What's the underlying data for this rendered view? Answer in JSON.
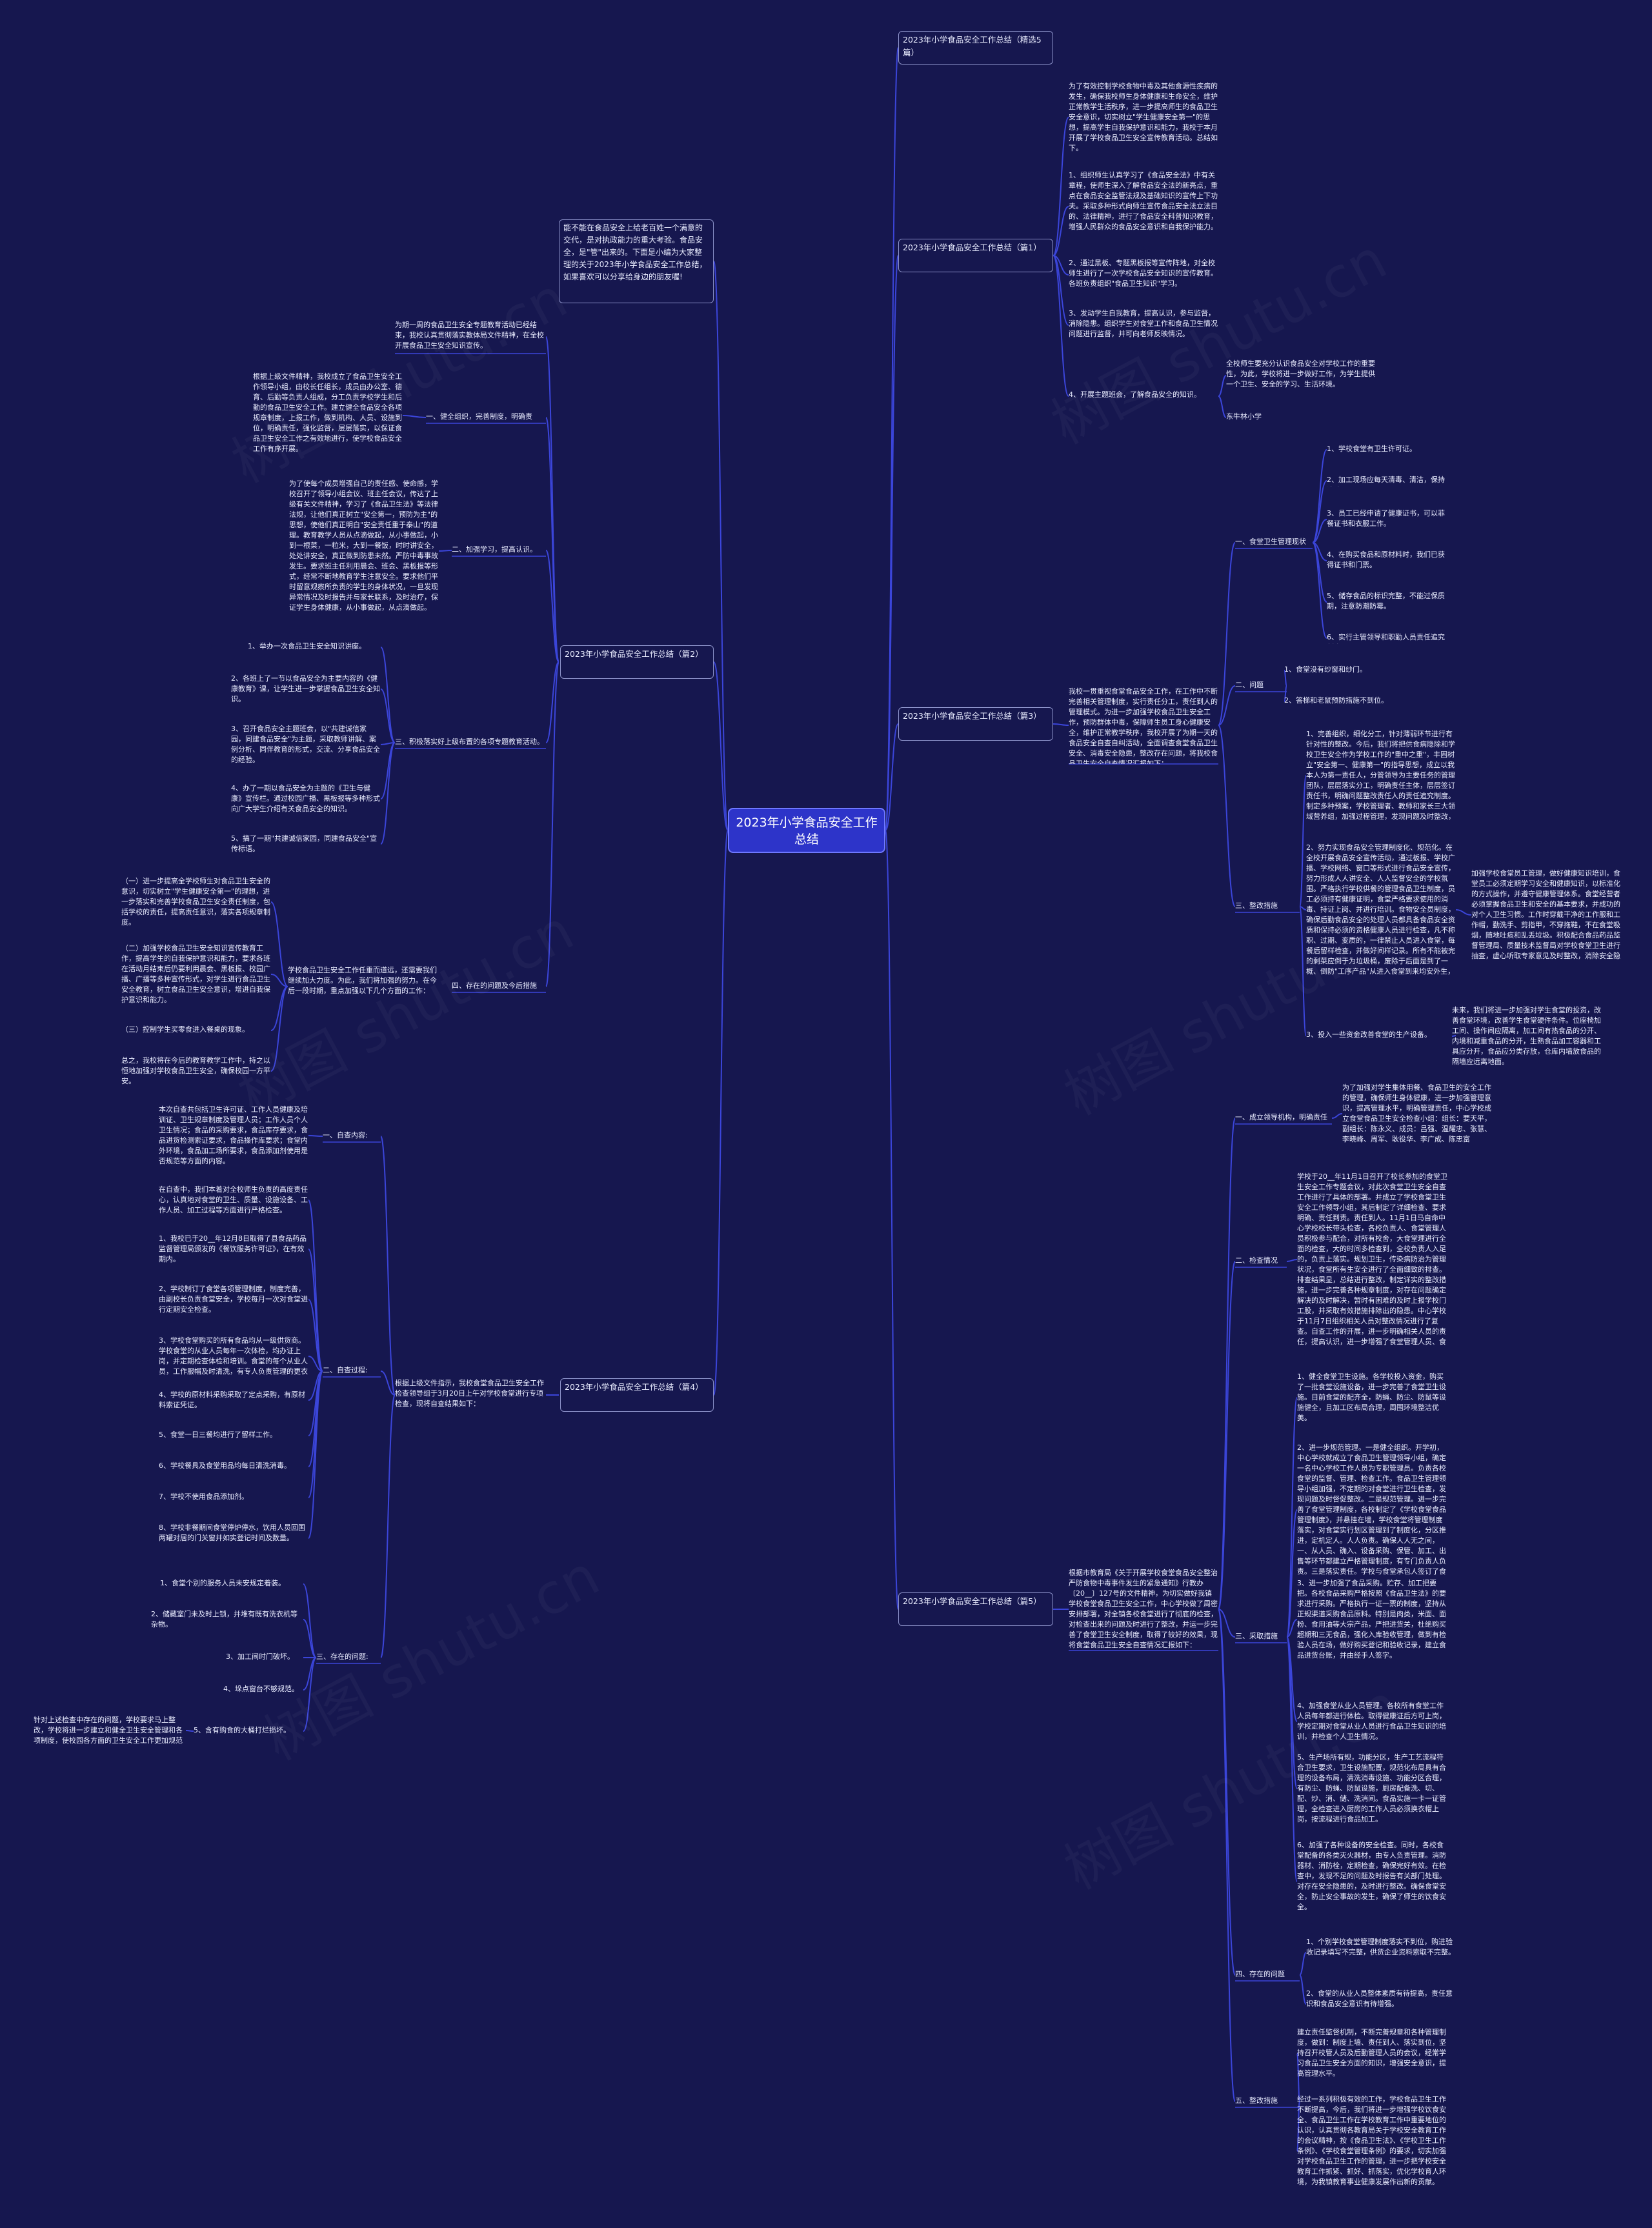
{
  "root": {
    "label": "2023年小学食品安全工作总结"
  },
  "intro": {
    "text": "能不能在食品安全上给老百姓一个满意的交代，是对执政能力的重大考验。食品安全，是\"管\"出来的。下面是小编为大家整理的关于2023年小学食品安全工作总结，如果喜欢可以分享给身边的朋友喔!"
  },
  "right": {
    "b0": {
      "label": "2023年小学食品安全工作总结（精选5篇）"
    },
    "b1": {
      "label": "2023年小学食品安全工作总结（篇1）",
      "items": [
        "为了有效控制学校食物中毒及其他食源性疾病的发生，确保我校师生身体健康和生命安全，维护正常教学生活秩序，进一步提高师生的食品卫生安全意识，切实树立\"学生健康安全第一\"的思想，提高学生自我保护意识和能力，我校于本月开展了学校食品卫生安全宣传教育活动。总结如下。",
        "1、组织师生认真学习了《食品安全法》中有关章程，使师生深入了解食品安全法的新亮点，重点在食品安全监管法规及基础知识的宣传上下功夫。采取多种形式向师生宣传食品安全法立法目的、法律精神，进行了食品安全科普知识教育，增强人民群众的食品安全意识和自我保护能力。",
        "2、通过黑板、专题黑板报等宣传阵地，对全校师生进行了一次学校食品安全知识的宣传教育。各班负责组织\"食品卫生知识\"学习。",
        "3、发动学生自我教育，提高认识，参与监督，消除隐患。组织学生对食堂工作和食品卫生情况问题进行监督，并可向老师反映情况。",
        "4、开展主题班会，了解食品安全的知识。"
      ],
      "sub": [
        "全校师生要充分认识食品安全对学校工作的重要性，为此，学校将进一步做好工作，为学生提供一个卫生、安全的学习、生活环境。",
        "东牛林小学"
      ]
    },
    "b3": {
      "label": "2023年小学食品安全工作总结（篇3）",
      "intro": "我校一贯重视食堂食品安全工作，在工作中不断完善相关管理制度，实行责任分工，责任到人的管理模式。为进一步加强学校食品卫生安全工作，预防群体中毒，保障师生员工身心健康安全，维护正常教学秩序，我校开展了为期一天的食品安全自查自纠活动，全面调查食堂食品卫生安全、消毒安全隐患，整改存在问题，将我校食品卫生安全自查情况汇报如下：",
      "h1": "一、食堂卫生管理现状",
      "h1items": [
        "1、学校食堂有卫生许可证。",
        "2、加工现场应每天清毒、清洁，保持清洁。",
        "3、员工已经申请了健康证书，可以菲餐证书和衣服工作。",
        "4、在购买食品和原材料时，我们已获得证书和门票。",
        "5、储存食品的标识完整，不能过保质期，注意防潮防霉。",
        "6、实行主管领导和职勤人员责任追究制度。"
      ],
      "h2": "二、问题",
      "h2items": [
        "1、食堂没有纱窗和纱门。",
        "2、答梯和老鼠预防措施不到位。"
      ],
      "h3": "三、整改措施",
      "h3items": [
        "1、完善组织，细化分工，针对薄弱环节进行有针对性的整改。今后，我们将把供食病隐除和学校卫生安全作为学校工作的\"重中之重\"，丰固树立\"安全第一、健康第一\"的指导思想，成立以我本人为第一责任人，分管领导为主要任务的管理团队，层层落实分工，明确责任主体，层层签订责任书，明确问题整改责任人的责任追究制度。制定多种预案，学校管理者、教师和家长三大领域营养组，加强过程管理，发现问题及时整改，努力将食品安全事故降至零。",
        "2、努力实现食品安全管理制度化、规范化。在全校开展食品安全宣传活动，通过板报、学校广播、学校网络、窗口等形式进行食品安全宣传，努力形成人人讲安全、人人监督安全的学校氛围。严格执行学校供餐的管理食品卫生制度，员工必须持有健康证明，食堂严格要求使用的消毒、持证上岗、并进行培训。食物安全员制度，确保后勤食品安全的处理人员都具备食品安全资质和保持必须的资格健康人员进行检查，凡不称职、过期、变质的，一律禁止人员进入食堂，每餐后留样检查，并做好间样记录。所有不能被完的剩菜应倒于为垃圾桶，废除于后面是到了一概、倒防\"工序产品\"从进入食堂到来均安外生，如有更质、过期、必须及时销毁并做好记录。",
        "3、投入一些资金改善食堂的生产设备。"
      ],
      "sub2": "加强学校食堂员工管理，做好健康知识培训，食堂员工必须定期学习安全和健康知识，以标准化的方式操作，并遵守健康管理体系。食堂经营者必须掌握食品卫生和安全的基本要求，并成功的对个人卫生习惯。工作时穿戴干净的工作服和工作帽，勤洗手、剪指甲，不穿拖鞋，不在食堂吸烟，随地吐痰和乱丢垃圾。积极配合食品药品监督管理局、质量技术监督局对学校食堂卫生进行抽查，虚心听取专家意见及时整改，消除安全隐患。",
      "sub3": "未来，我们将进一步加强对学生食堂的投资，改善食堂环境，改善学生食堂硬件条件。位座椅加工间、操作间应隔离，加工间有热食品的分开、内境和减重食品的分开，生熟食品加工容器和工具应分开，食品应分类存放，仓库内墙放食品的隔墙应远离地面。"
    },
    "b5": {
      "label": "2023年小学食品安全工作总结（篇5）",
      "intro": "根据市教育局《关于开展学校食堂食品安全整治严防食物中毒事件发生的紧急通知》行教办〔20__〕127号的文件精神，为切实做好我镇学校食堂食品卫生安全工作，中心学校做了周密安排部署，对全镇各校食堂进行了彻底的检查，对检查出来的问题及时进行了整改，并运一步完善了食堂卫生安全制度，取得了较好的效果，现将食堂食品卫生安全自查情况汇报如下：",
      "h1": "一、成立领导机构，明确责任",
      "h1text": "为了加强对学生集体用餐、食品卫生的安全工作的管理，确保师生身体健康，进一步加强管理意识，提高管理水平，明确管理责任，中心学校成立食堂食品卫生安全检查小组：组长：要天平，副组长：陈永义、成员：吕强、温耀忠、张慧、李晓峰、周军、耿役华、李广成、陈忠富",
      "h2": "二、检查情况",
      "h2text": "学校于20__年11月1日召开了校长参加的食堂卫生安全工作专题会议，对此次食堂卫生安全自查工作进行了具体的部署。并成立了学校食堂卫生安全工作领导小组，其后制定了详细检查、要求明确、责任到责。责任到人。11月1日马自命中心学校校长带头检查，各校负责人、食堂管理人员积极参与配合，对所有校舍，大食堂理进行全面的检查，大的时间多检查到，全校负责人入足的，负责上落实。规划卫生，传染病防治为管理状况，食堂所有生安全进行了全面细致的排查。排查结果显，总结进行整改，制定详实的整改措施，进一步完善各种规章制度，对存在问题确定解决的及时解决，暂时有困难的及时上报学校门工股，并采取有效措施排除出的隐患。中心学校于11月7日组织相关人员对整改情况进行了复查。自查工作的开展，进一步明确相关人员的责任，提高认识，进一步增强了食堂管理人员、食堂工作人员的法律意识和责任意识。",
      "h3": "三、采取措施",
      "h3items": [
        "1、健全食堂卫生设施。各学校投入资金，购买了一批食堂设施设备，进一步完善了食堂卫生设施。目前食堂的配齐全，防蝇、防尘、防鼠等设施健全，且加工区布局合理，周围环境整洁优美。",
        "2、进一步规范管理。一是健全组织。开学初，中心学校就成立了食品卫生管理领导小组，确定一名中心学校工作人员为专职管理员。负责各校食堂的监督、管理、检查工作。食品卫生管理领导小组加强，不定期的对食堂进行卫生检查，发现问题及时督促整改。二是规范管理。进一步完善了食堂管理制度，各校制定了《学校食堂食品管理制度》，并悬挂在墙，学校食堂将管理制度落实，对食堂实行划区管理到了制度化，分区推进，定机定人。人人负责。确保人人无之间，一、从人员、确入、设备采购、保管、加工、出售等环节都建立严格管理制度，有专门负责人负责。三是落实责任。学校与食堂承包人签订了食品卫生安全责任书，明确了双方的职责，提高了从业人员的安全意识和法律意识。",
        "3、进一步加强了食品采购。贮存、加工把要把。各校食品采购严格按照《食品卫生法》的要求进行采购。严格执行一证一票的制度，坚持从正规渠道采购食品原料。特别是肉类，米面、面粉、食用油等大宗产品，严把进货关，杜绝购买超期和三无食品，强化入库验收管理，做到有检验人员在场，做好购买登记和验收记录，建立食品进货台账，并由经手人签字。",
        "4、加强食堂从业人员管理。各校所有食堂工作人员每年都进行体检。取得健康证后方可上岗，学校定期对食堂从业人员进行食品卫生知识的培训，并检查个人卫生情况。",
        "5、生产场所有规，功能分区，生产工艺流程符合卫生要求，卫生设施配置，规范化布局具有合理的设备布局，清洗消毒设施、功能分区合理，有防尘、防蝇、防鼠设施，厨房配备洗、切、配、炒、消、储、洗消间。食品实施一卡一证管理，全检查进入厨房的工作人员必须换衣帽上岗，按流程进行食品加工。",
        "6、加强了各种设备的安全检查。同时，各校食堂配备的各类灭火器材，由专人负责管理。消防器材、消防栓，定期检查，确保完好有效。在检查中，发现不足的问题及时报告有关部门处理。对存在安全隐患的，及时进行整改。确保食堂安全，防止安全事故的发生，确保了师生的饮食安全。"
      ],
      "h4": "四、存在的问题",
      "h4items": [
        "1、个别学校食堂管理制度落实不到位，购进验收记录填写不完整，供货企业资料索取不完整。",
        "2、食堂的从业人员整体素质有待提高，责任意识和食品安全意识有待增强。"
      ],
      "h5": "五、整改措施",
      "h5items": [
        "建立责任监督机制，不断完善规章和各种管理制度，做到：制度上墙、责任到人、落实到位，坚持召开校管人员及后勤管理人员的会议，经常学习食品卫生安全方面的知识，增强安全意识，提高管理水平。",
        "经过一系列积极有效的工作，学校食品卫生工作不断提高，今后，我们将进一步增强学校饮食安全、食品卫生工作在学校教育工作中重要地位的认识，认真贯彻各教育局关于学校安全教育工作的会议精神，按《食品卫生法》、《学校卫生工作条例》、《学校食堂管理条例》的要求，切实加强对学校食品卫生工作的管理，进一步把学校安全教育工作抓紧、抓好、抓落实，优化学校育人环境，为我镇教育事业健康发展作出新的贡献。"
      ]
    }
  },
  "left": {
    "b2": {
      "label": "2023年小学食品安全工作总结（篇2）",
      "intro": "为期一周的食品卫生安全专题教育活动已经结束，我校认真贯彻落实教体局文件精神，在全校开展食品卫生安全知识宣传。",
      "h1": "一、健全组织，完善制度，明确责任。",
      "h1text": "根据上级文件精神，我校成立了食品卫生安全工作领导小组，由校长任组长，成员由办公室、德育、后勤等负责人组成，分工负责学校学生和后勤的食品卫生安全工作。建立健全食品安全各项规章制度，上报工作，做到机构、人员、设施到位，明确责任，强化监督，层层落实，以保证食品卫生安全工作之有效地进行，使学校食品安全工作有序开展。",
      "h2": "二、加强学习，提高认识。",
      "h2text": "为了使每个成员增强自己的责任感、使命感，学校召开了领导小组会议、班主任会议，传达了上级有关文件精神，学习了《食品卫生法》等法律法规，让他们真正树立\"安全第一，预防为主\"的思想，使他们真正明白\"安全责任重于泰山\"的道理。教育教学人员从点滴做起，从小事做起，小到一根菜，一粒米，大到一餐饭，时时讲安全，处处讲安全，真正做到防患未然。严防中毒事故发生。要求班主任利用晨会、班会、黑板报等形式，经常不断地教育学生注意安全。要求他们平时留意观察所负责的学生的身体状况，一旦发现异常情况及时报告并与家长联系，及时治疗，保证学生身体健康，从小事做起，从点滴做起。",
      "h3": "三、积极落实好上级布置的各项专题教育活动。",
      "h3items": [
        "1、举办一次食品卫生安全知识讲座。",
        "2、各班上了一节以食品安全为主要内容的《健康教育》课，让学生进一步掌握食品卫生安全知识。",
        "3、召开食品安全主题班会，以\"共建诚信家园，同建食品安全\"为主题，采取教师讲解、案例分析、同伴教育的形式，交流、分享食品安全的经验。",
        "4、办了一期以食品安全为主题的《卫生与健康》宣传栏。通过校园广播、黑板报等多种形式向广大学生介绍有关食品安全的知识。",
        "5、搞了一期\"共建诚信家园，同建食品安全\"宣传标语。"
      ],
      "h4": "四、存在的问题及今后措施",
      "h4text": "学校食品卫生安全工作任重而道远，还需要我们继续加大力度。为此，我们将加强的努力。在今后一段时期，重点加强以下几个方面的工作：",
      "h4items": [
        "（一）进一步提高全学校师生对食品卫生安全的意识，切实树立\"学生健康安全第一\"的理想，进一步落实和完善学校食品卫生安全责任制度，包括学校的责任，提高责任意识，落实各项规章制度。",
        "（二）加强学校食品卫生安全知识宣传教育工作，提高学生的自我保护意识和能力，要求各班在活动月结束后仍要利用晨会、黑板报、校园广播、广播等多种宣传形式，对学生进行食品卫生安全教育，树立食品卫生安全意识，增进自我保护意识和能力。",
        "（三）控制学生买零食进入餐桌的现象。",
        "总之，我校将在今后的教育教学工作中，持之以恒地加强对学校食品卫生安全，确保校园一方平安。"
      ]
    },
    "b4": {
      "label": "2023年小学食品安全工作总结（篇4）",
      "intro": "根据上级文件指示，我校食堂食品卫生安全工作检查领导组于3月20日上午对学校食堂进行专项检查，现将自查结果如下：",
      "h1": "一、自查内容:",
      "h1text": "本次自查共包括卫生许可证、工作人员健康及培训证、卫生规章制度及管理人员；工作人员个人卫生情况；食品的采购要求，食品库存要求，食品进货检测索证要求，食品操作库要求；食堂内外环境，食品加工场所要求，食品添加剂使用是否规范等方面的内容。",
      "h2": "二、自查过程:",
      "h2items": [
        "在自查中，我们本着对全校师生负责的高度责任心，认真地对食堂的卫生、质量、设施设备、工作人员、加工过程等方面进行严格检查。",
        "1、我校已于20__年12月8日取得了县食品药品监督管理局颁发的《餐饮服务许可证》，在有效期内。",
        "2、学校制订了食堂各项管理制度，制度完善，由副校长负责食堂安全，学校每月一次对食堂进行定期安全检查。",
        "3、学校食堂购买的所有食品均从一级供货商。学校食堂的从业人员每年一次体检，均办证上岗，并定期检查体检和培训。食堂的每个从业人员，工作服帽及时清洗，有专人负责管理的更衣柜。",
        "4、学校的原材料采购采取了定点采购，有原材料索证凭证。",
        "5、食堂一日三餐均进行了留样工作。",
        "6、学校餐具及食堂用品均每日清洗消毒。",
        "7、学校不使用食品添加剂。",
        "8、学校非餐期间食堂停炉停水，饮用人员回国两罐对居的门关窗并如实登记时间及数量。"
      ],
      "h3": "三、存在的问题:",
      "h3items": [
        "1、食堂个别的服务人员未安规定着装。",
        "2、储藏室门未及时上锁，并堆有既有洗衣机等杂物。",
        "3、加工间时门破坏。",
        "4、垛点窗台不够规范。",
        "5、含有购食的大桶打烂损坏。"
      ],
      "sub": "针对上述检查中存在的问题，学校要求马上整改，学校将进一步建立和健全卫生安全管理和各项制度，使校园各方面的卫生安全工作更加规范化。"
    }
  },
  "watermarks": [
    "树图 shutu.cn",
    "树图 shutu.cn",
    "树图 shutu.cn",
    "树图 shutu.cn",
    "树图 shutu.cn",
    "树图 shutu.cn"
  ]
}
